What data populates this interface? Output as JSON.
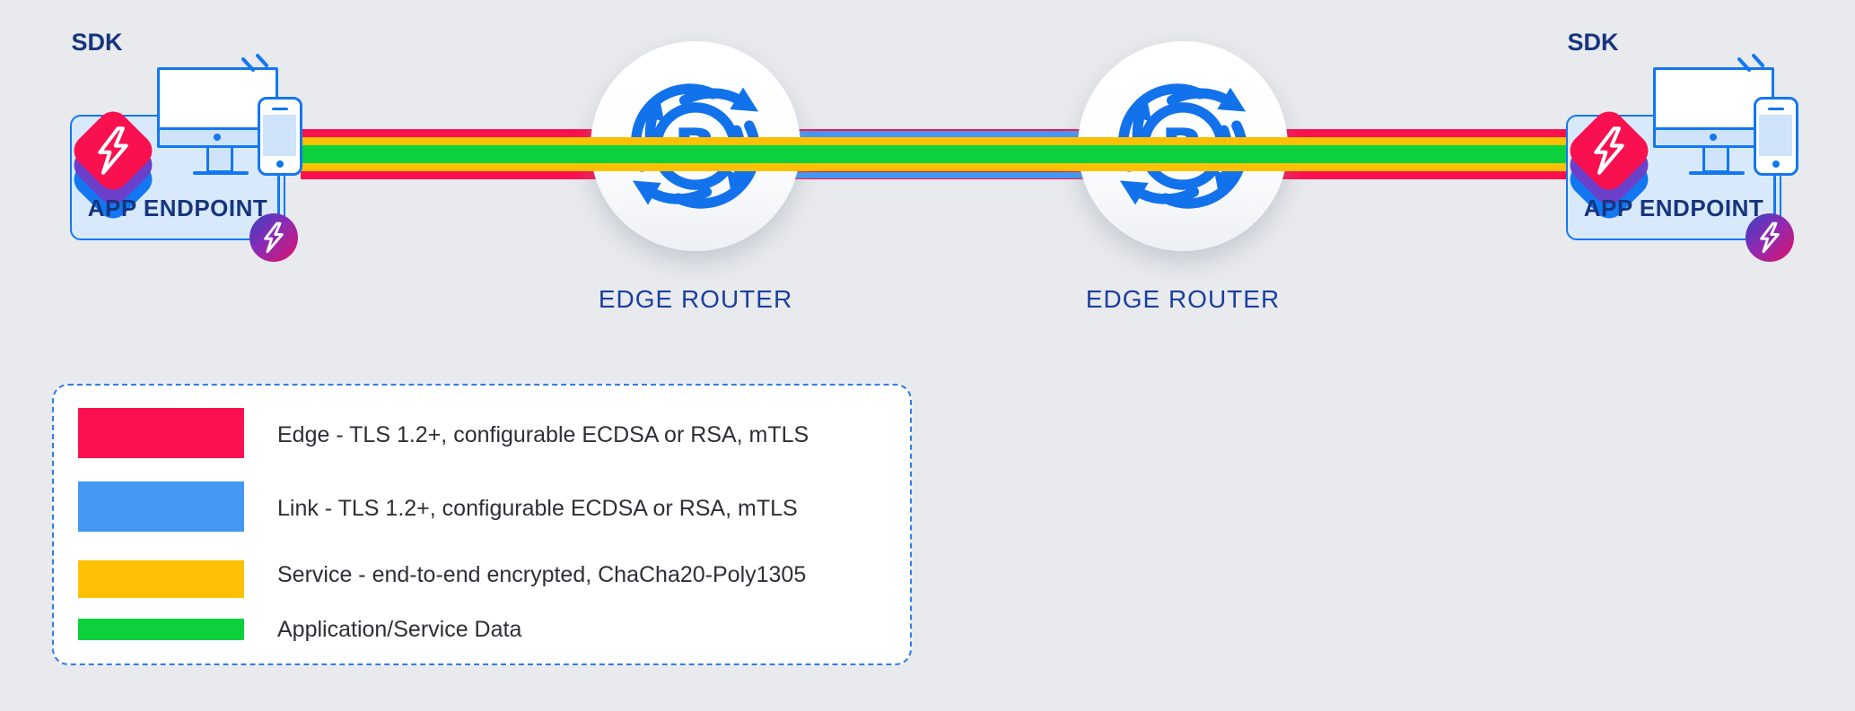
{
  "colors": {
    "background": "#E8EAED",
    "edge": "#FB1150",
    "link": "#4497F2",
    "service": "#FDC003",
    "data": "#0DD13C",
    "outline_blue": "#1377F2",
    "navy": "#1B3FA0"
  },
  "endpoints": [
    {
      "sdk_label": "SDK",
      "label": "APP ENDPOINT"
    },
    {
      "sdk_label": "SDK",
      "label": "APP ENDPOINT"
    }
  ],
  "routers": [
    {
      "label": "EDGE ROUTER",
      "icon_letter": "R"
    },
    {
      "label": "EDGE ROUTER",
      "icon_letter": "R"
    }
  ],
  "legend": {
    "rows": [
      {
        "name": "edge",
        "color": "#FB1150",
        "label": "Edge - TLS 1.2+, configurable ECDSA or RSA, mTLS"
      },
      {
        "name": "link",
        "color": "#4497F2",
        "label": "Link - TLS 1.2+, configurable ECDSA or RSA, mTLS"
      },
      {
        "name": "service",
        "color": "#FDC003",
        "label": "Service - end-to-end encrypted, ChaCha20-Poly1305"
      },
      {
        "name": "data",
        "color": "#0DD13C",
        "label": "Application/Service Data"
      }
    ]
  }
}
